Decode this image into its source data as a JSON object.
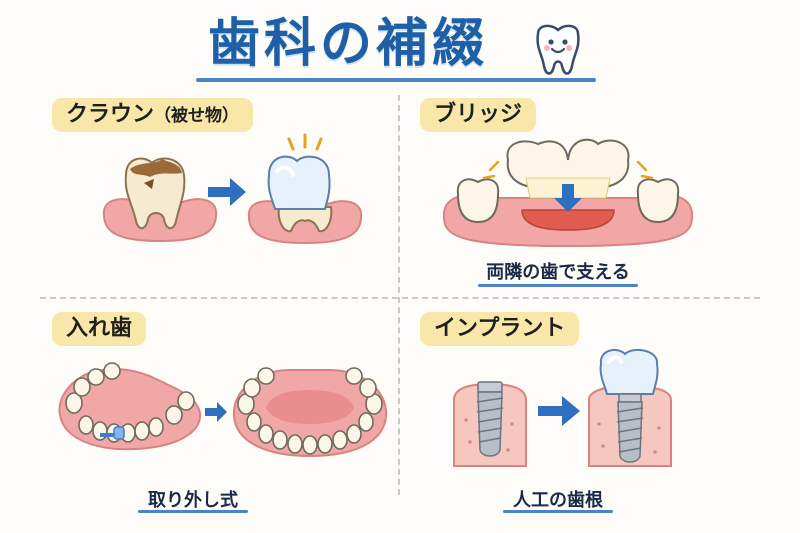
{
  "title": "歯科の補綴",
  "sections": {
    "crown": {
      "label": "クラウン",
      "label_note": "（被せ物）"
    },
    "bridge": {
      "label": "ブリッジ",
      "caption": "両隣の歯で支える"
    },
    "denture": {
      "label": "入れ歯",
      "caption": "取り外し式"
    },
    "implant": {
      "label": "インプラント",
      "caption": "人工の歯根"
    }
  },
  "colors": {
    "title": "#1f5fa6",
    "label_bg": "#f8e7a8",
    "arrow": "#2f6fc0",
    "gum": "#f2a7a7",
    "tooth": "#fffaf0"
  },
  "icons": {
    "title_decoration": "smiling-tooth-icon",
    "step_arrow": "right-arrow-icon",
    "bridge_arrow": "down-arrow-icon"
  }
}
